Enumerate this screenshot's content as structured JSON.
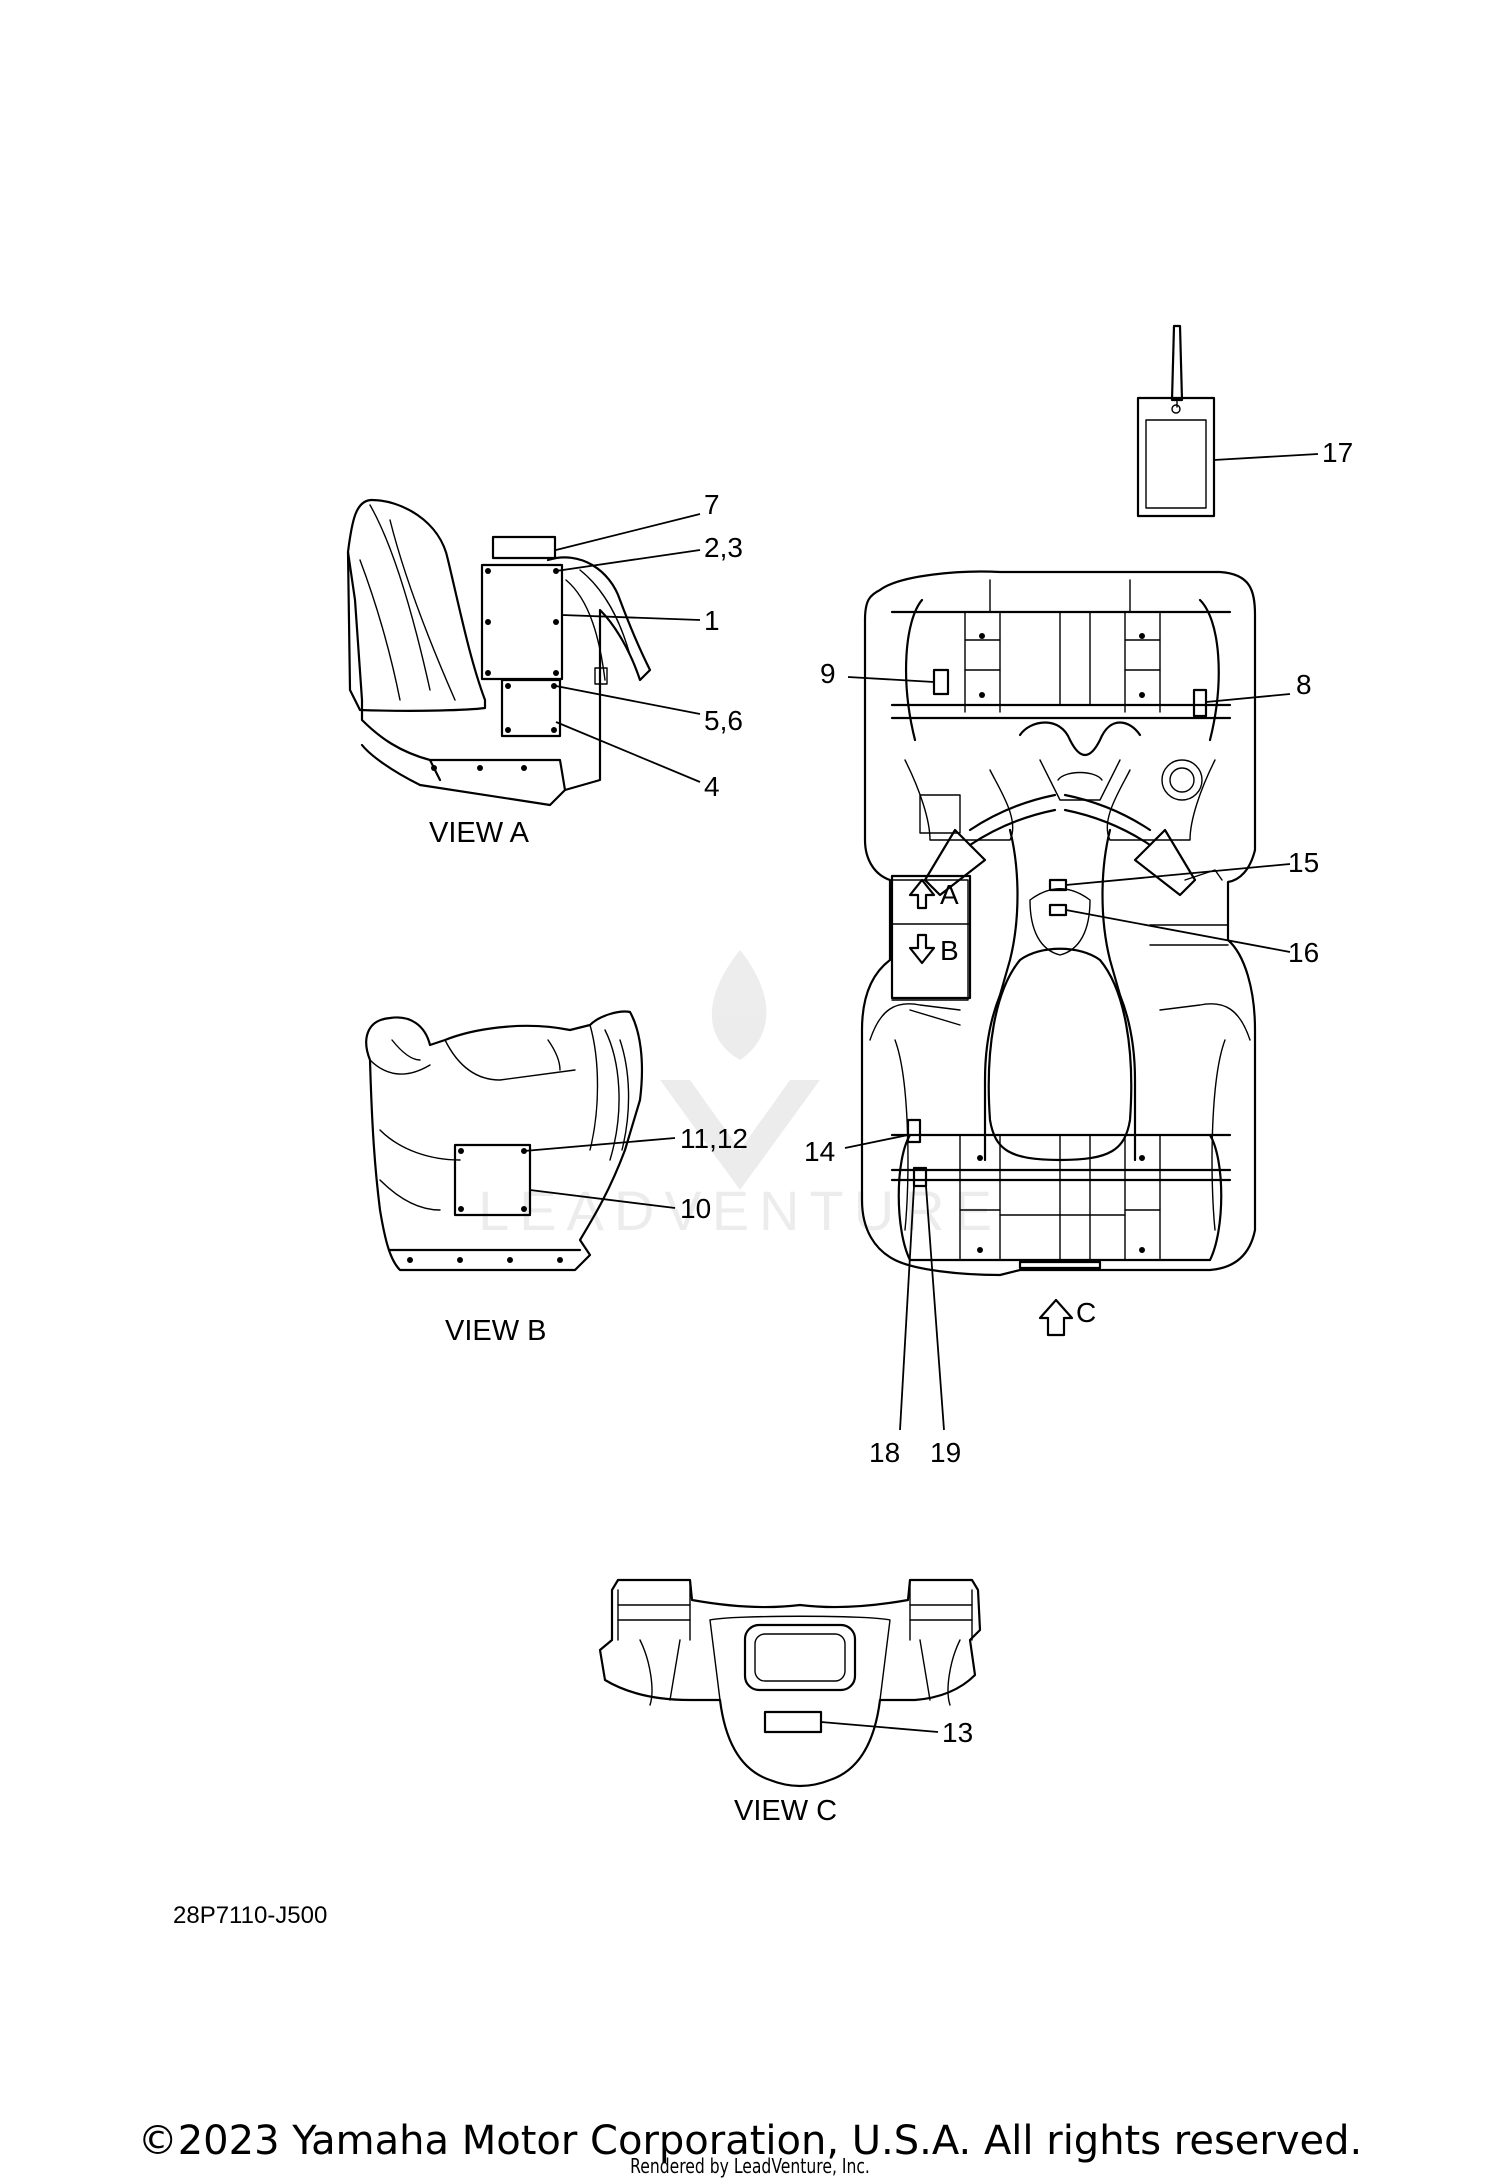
{
  "callouts": {
    "c1": "1",
    "c2_3": "2,3",
    "c4": "4",
    "c5_6": "5,6",
    "c7": "7",
    "c8": "8",
    "c9": "9",
    "c10": "10",
    "c11_12": "11,12",
    "c13": "13",
    "c14": "14",
    "c15": "15",
    "c16": "16",
    "c17": "17",
    "c18": "18",
    "c19": "19"
  },
  "views": {
    "a": "VIEW A",
    "b": "VIEW B",
    "c": "VIEW C"
  },
  "arrows": {
    "a": "A",
    "b": "B",
    "c": "C"
  },
  "drawing_code": "28P7110-J500",
  "footer": {
    "copyright": "©2023 Yamaha Motor Corporation, U.S.A. All rights reserved.",
    "rendered": "Rendered by LeadVenture, Inc."
  },
  "watermark": "LEADVENTURE"
}
